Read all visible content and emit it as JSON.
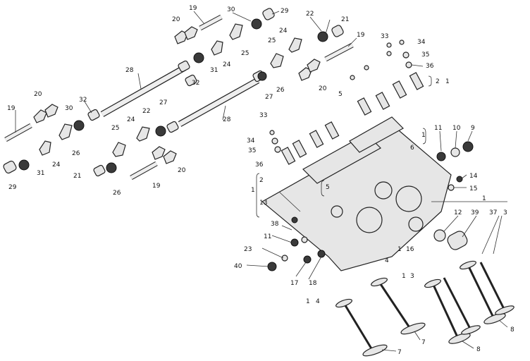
{
  "callouts": [
    {
      "id": "c1",
      "text": "19"
    },
    {
      "id": "c2",
      "text": "30"
    },
    {
      "id": "c3",
      "text": "29"
    },
    {
      "id": "c4",
      "text": "20"
    },
    {
      "id": "c5",
      "text": "22"
    },
    {
      "id": "c6",
      "text": "21"
    },
    {
      "id": "c7",
      "text": "24"
    },
    {
      "id": "c8",
      "text": "25"
    },
    {
      "id": "c9",
      "text": "19"
    },
    {
      "id": "c10",
      "text": "33"
    },
    {
      "id": "c11",
      "text": "34"
    },
    {
      "id": "c12",
      "text": "35"
    },
    {
      "id": "c13",
      "text": "36"
    },
    {
      "id": "c14",
      "text": "2"
    },
    {
      "id": "c15",
      "text": "1"
    },
    {
      "id": "c16",
      "text": "28"
    },
    {
      "id": "c17",
      "text": "24"
    },
    {
      "id": "c18",
      "text": "31"
    },
    {
      "id": "c19",
      "text": "32"
    },
    {
      "id": "c20",
      "text": "25"
    },
    {
      "id": "c21",
      "text": "26"
    },
    {
      "id": "c22",
      "text": "27"
    },
    {
      "id": "c23",
      "text": "20"
    },
    {
      "id": "c24",
      "text": "20"
    },
    {
      "id": "c25",
      "text": "30"
    },
    {
      "id": "c26",
      "text": "32"
    },
    {
      "id": "c27",
      "text": "28"
    },
    {
      "id": "c28",
      "text": "27"
    },
    {
      "id": "c29",
      "text": "19"
    },
    {
      "id": "c30",
      "text": "25"
    },
    {
      "id": "c31",
      "text": "24"
    },
    {
      "id": "c32",
      "text": "22"
    },
    {
      "id": "c33",
      "text": "26"
    },
    {
      "id": "c34",
      "text": "24"
    },
    {
      "id": "c35",
      "text": "31"
    },
    {
      "id": "c36",
      "text": "29"
    },
    {
      "id": "c37",
      "text": "21"
    },
    {
      "id": "c38",
      "text": "26"
    },
    {
      "id": "c39",
      "text": "20"
    },
    {
      "id": "c40",
      "text": "19"
    },
    {
      "id": "c41",
      "text": "33"
    },
    {
      "id": "c42",
      "text": "34"
    },
    {
      "id": "c43",
      "text": "35"
    },
    {
      "id": "c44",
      "text": "36"
    },
    {
      "id": "c45",
      "text": "2"
    },
    {
      "id": "c46",
      "text": "1"
    },
    {
      "id": "c47",
      "text": "13"
    },
    {
      "id": "c48",
      "text": "5"
    },
    {
      "id": "c49",
      "text": "1"
    },
    {
      "id": "c50",
      "text": "6"
    },
    {
      "id": "c51",
      "text": "5"
    },
    {
      "id": "c52",
      "text": "11"
    },
    {
      "id": "c53",
      "text": "10"
    },
    {
      "id": "c54",
      "text": "9"
    },
    {
      "id": "c55",
      "text": "14"
    },
    {
      "id": "c56",
      "text": "15"
    },
    {
      "id": "c57",
      "text": "1"
    },
    {
      "id": "c58",
      "text": "12"
    },
    {
      "id": "c59",
      "text": "39"
    },
    {
      "id": "c60",
      "text": "37"
    },
    {
      "id": "c61",
      "text": "3"
    },
    {
      "id": "c62",
      "text": "38"
    },
    {
      "id": "c63",
      "text": "11"
    },
    {
      "id": "c64",
      "text": "23"
    },
    {
      "id": "c65",
      "text": "40"
    },
    {
      "id": "c66",
      "text": "17"
    },
    {
      "id": "c67",
      "text": "18"
    },
    {
      "id": "c68",
      "text": "16"
    },
    {
      "id": "c69",
      "text": "1"
    },
    {
      "id": "c70",
      "text": "4"
    },
    {
      "id": "c71",
      "text": "1"
    },
    {
      "id": "c72",
      "text": "3"
    },
    {
      "id": "c73",
      "text": "1"
    },
    {
      "id": "c74",
      "text": "4"
    },
    {
      "id": "c75",
      "text": "7"
    },
    {
      "id": "c76",
      "text": "7"
    },
    {
      "id": "c77",
      "text": "8"
    },
    {
      "id": "c78",
      "text": "8"
    }
  ]
}
